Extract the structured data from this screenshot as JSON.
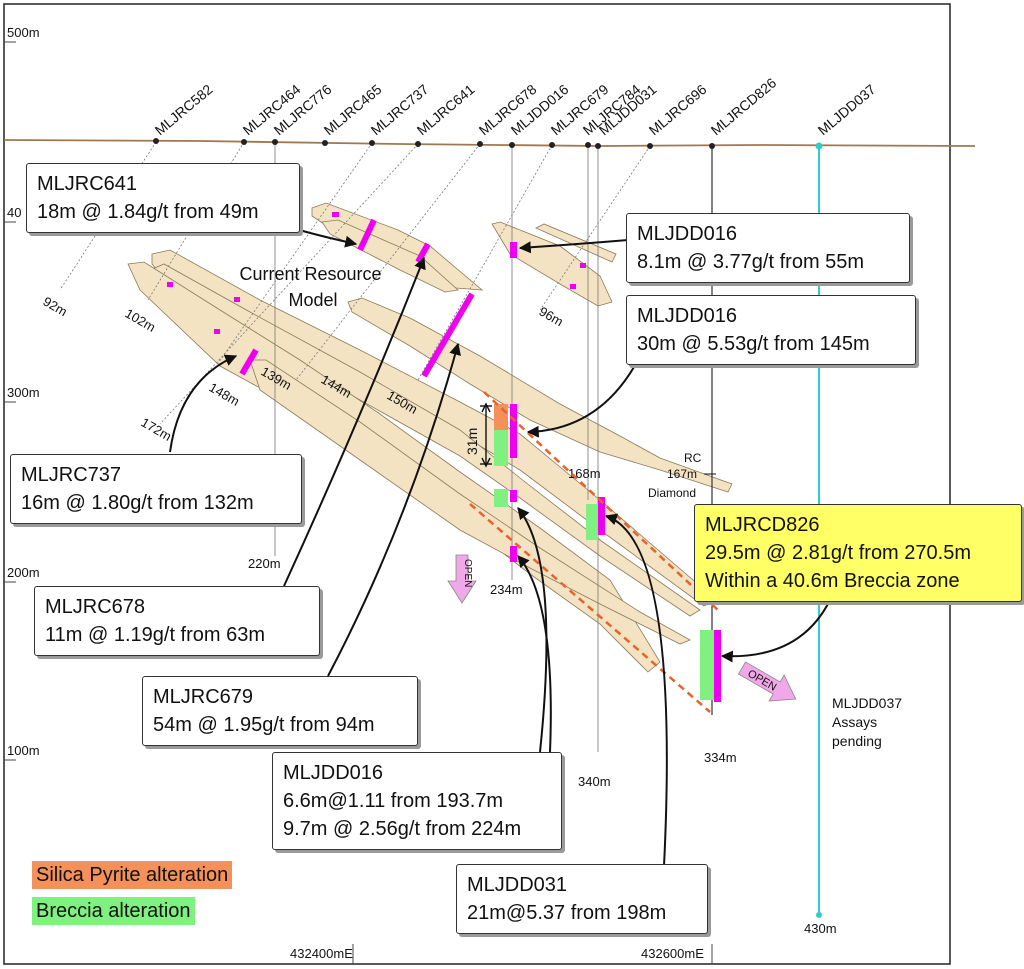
{
  "elevation_labels": [
    "500m",
    "40",
    "300m",
    "200m",
    "100m"
  ],
  "easting_labels": [
    "432400mE",
    "432600mE"
  ],
  "holes": [
    "MLJRC582",
    "MLJRC464",
    "MLJRC776",
    "MLJRC465",
    "MLJRC737",
    "MLJRC641",
    "MLJRC678",
    "MLJDD016",
    "MLJRC679",
    "MLJRC784",
    "MLJDD031",
    "MLJRC696",
    "MLJRCD826",
    "MLJDD037"
  ],
  "depth_labels": [
    "92m",
    "102m",
    "172m",
    "148m",
    "139m",
    "144m",
    "150m",
    "96m",
    "168m",
    "220m",
    "234m",
    "340m",
    "334m",
    "430m"
  ],
  "resource_model_label": "Current Resource\nModel",
  "transition_label": {
    "top": "RC",
    "depth": "167m",
    "bottom": "Diamond"
  },
  "interval_label": "31m",
  "open_label": "OPEN",
  "assays_pending": {
    "hole": "MLJDD037",
    "line1": "Assays",
    "line2": "pending"
  },
  "callouts": [
    {
      "id": "mljrc641",
      "lines": [
        "MLJRC641",
        "18m @ 1.84g/t from 49m"
      ]
    },
    {
      "id": "mljdd016-a",
      "lines": [
        "MLJDD016",
        "8.1m @ 3.77g/t from 55m"
      ]
    },
    {
      "id": "mljdd016-b",
      "lines": [
        "MLJDD016",
        "30m @ 5.53g/t from 145m"
      ]
    },
    {
      "id": "mljrc737",
      "lines": [
        "MLJRC737",
        "16m @ 1.80g/t from 132m"
      ]
    },
    {
      "id": "mljrcd826",
      "lines": [
        "MLJRCD826",
        "29.5m @ 2.81g/t from 270.5m",
        "Within a 40.6m Breccia zone"
      ]
    },
    {
      "id": "mljrc678",
      "lines": [
        "MLJRC678",
        "11m @ 1.19g/t from 63m"
      ]
    },
    {
      "id": "mljrc679",
      "lines": [
        "MLJRC679",
        "54m @ 1.95g/t from 94m"
      ]
    },
    {
      "id": "mljdd016-c",
      "lines": [
        "MLJDD016",
        "6.6m@1.11 from 193.7m",
        "9.7m @ 2.56g/t from 224m"
      ]
    },
    {
      "id": "mljdd031",
      "lines": [
        "MLJDD031",
        "21m@5.37 from 198m"
      ]
    }
  ],
  "legend": [
    {
      "label": "Silica Pyrite alteration",
      "color": "#f4905a"
    },
    {
      "label": "Breccia alteration",
      "color": "#80f080"
    }
  ],
  "colors": {
    "orebody": "#f3e3c3",
    "intercept": "#ee00ee",
    "surface": "#a07850",
    "trend": "#e8622a",
    "pending_hole": "#33cccc",
    "open_arrow": "#f0a8e8",
    "highlight": "#ffff66"
  }
}
